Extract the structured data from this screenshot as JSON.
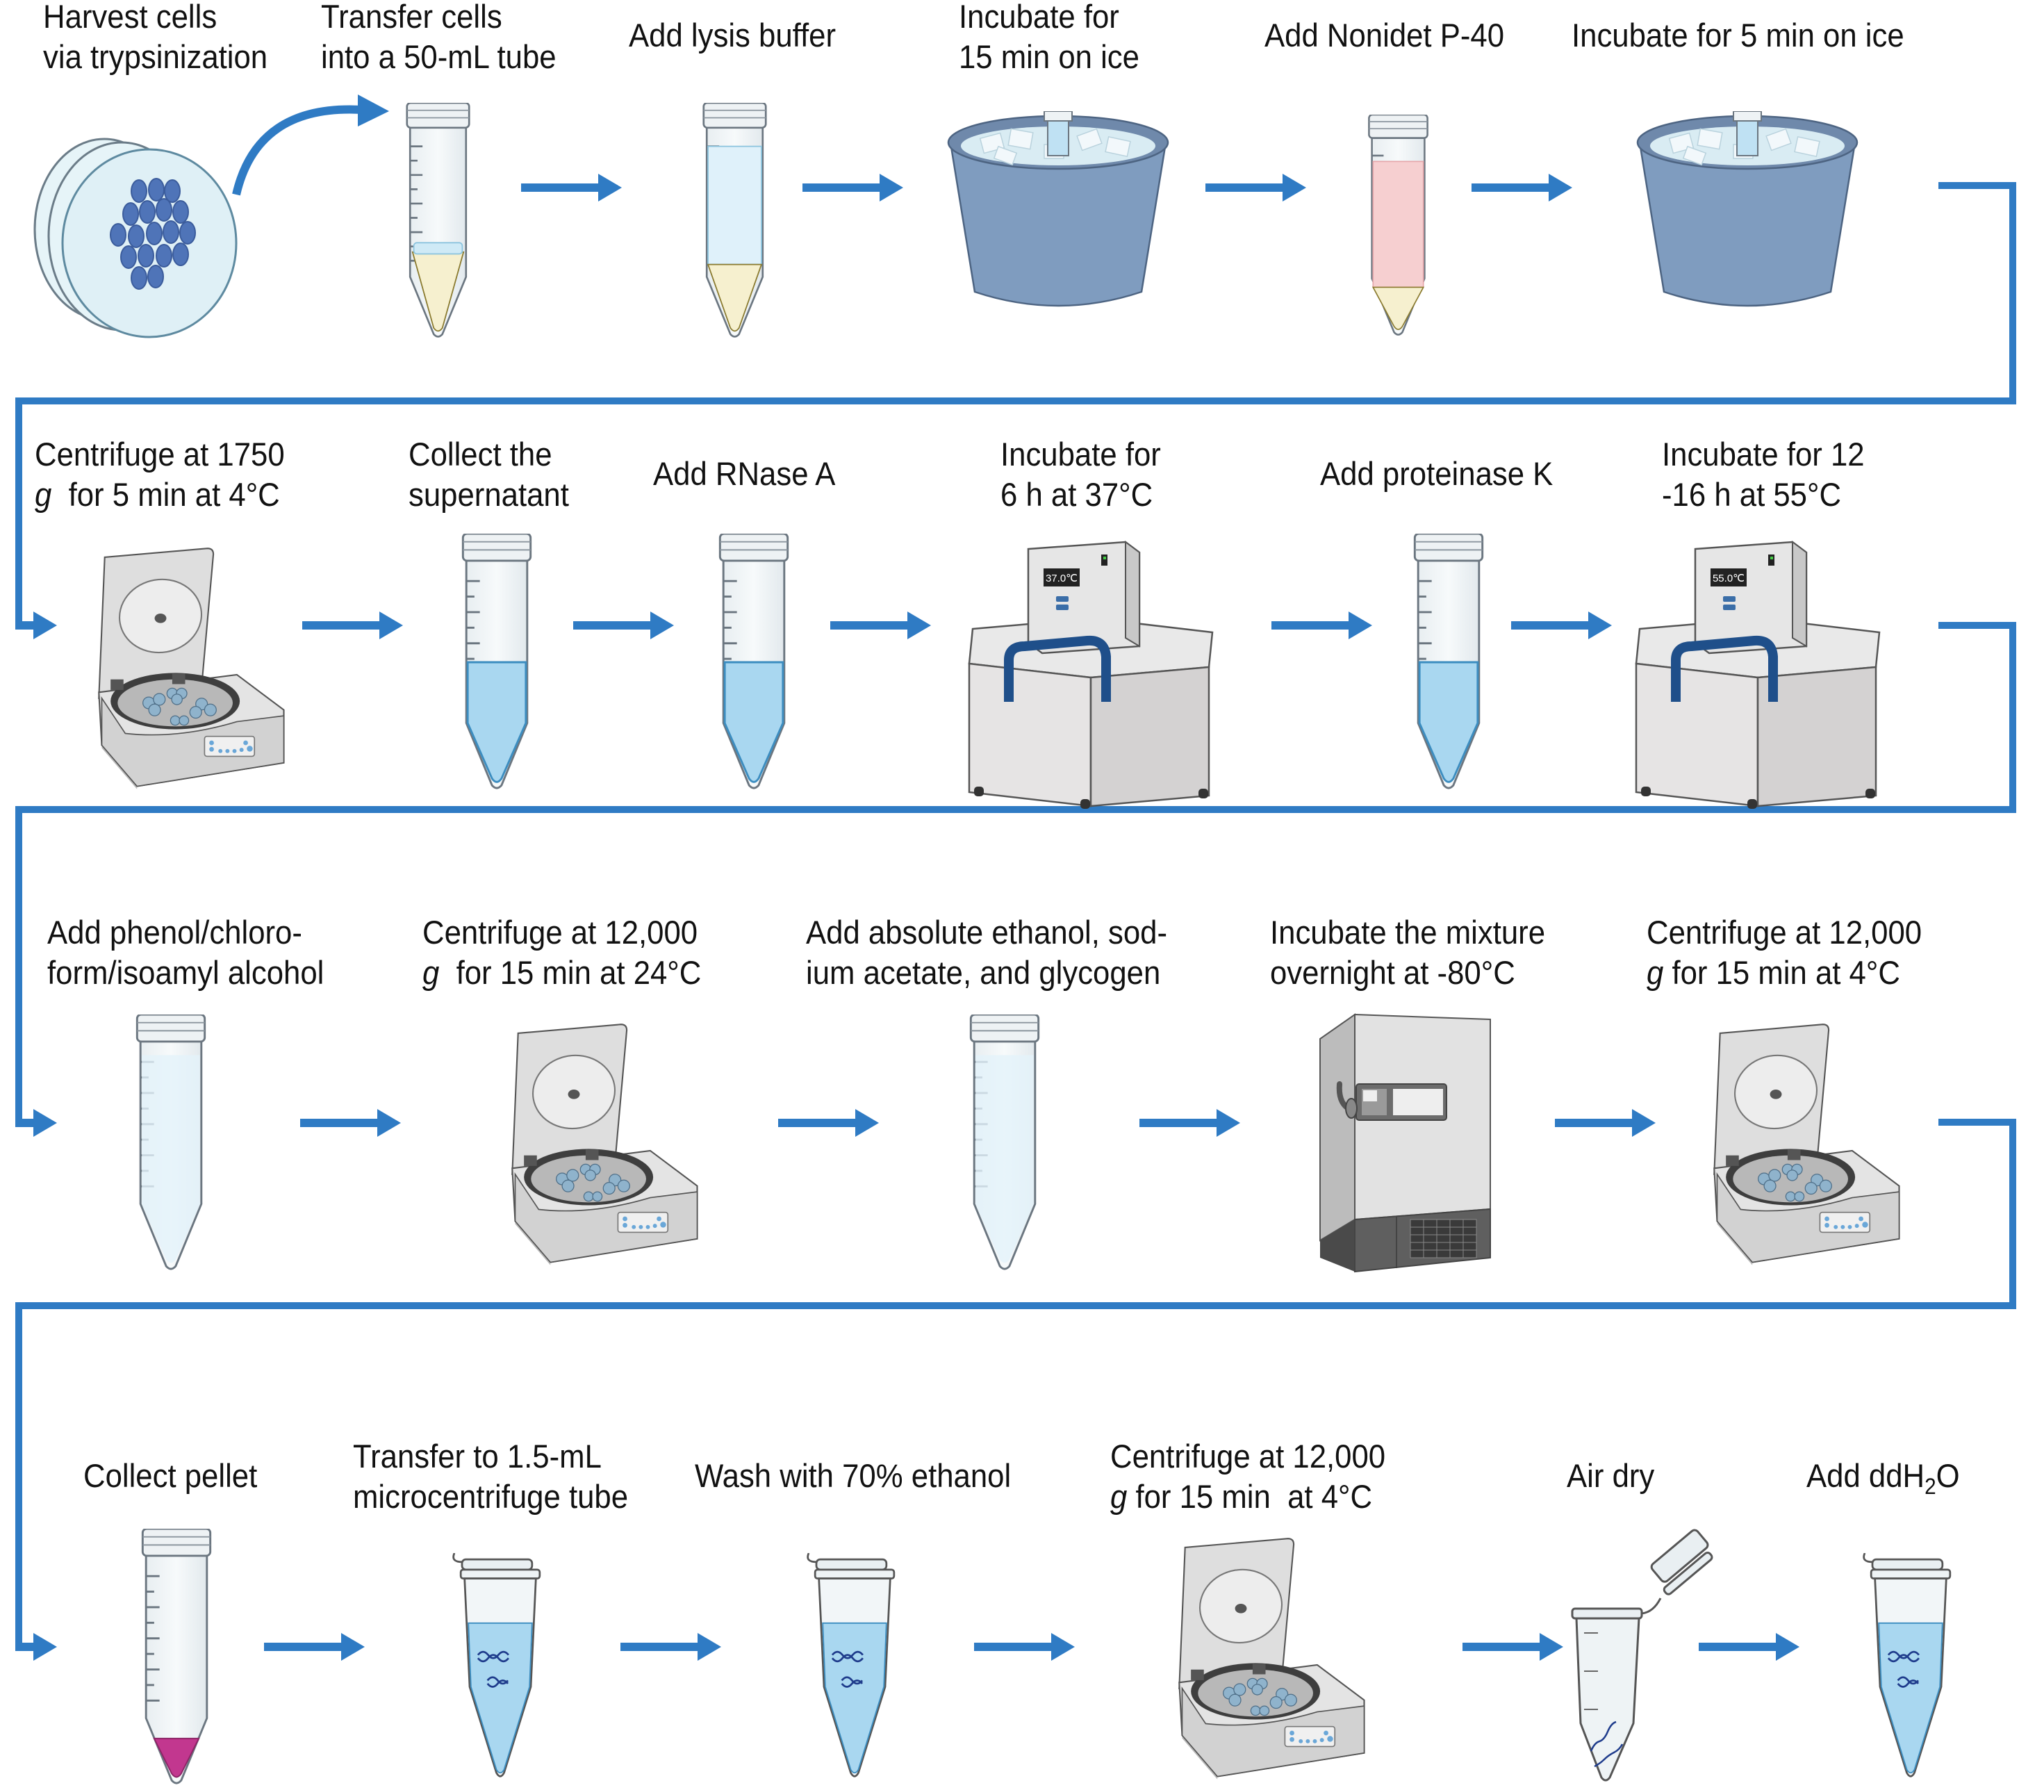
{
  "diagram": {
    "title": "",
    "colors": {
      "arrow": "#2f7bc4",
      "tube_fluid_blue": "#a9d7f0",
      "pellet": "#c2378f",
      "lysis": "#f6f0cf",
      "np40": "#f6cfd0",
      "ice_bucket": "#7f9cbf"
    },
    "rows": [
      {
        "steps": [
          {
            "id": "s1",
            "label": [
              "Harvest cells",
              "via trypsinization"
            ],
            "icon": "petri-dishes-icon"
          },
          {
            "id": "s2",
            "label": [
              "Transfer cells",
              "into a 50-mL tube"
            ],
            "icon": "conical-tube-50ml-icon"
          },
          {
            "id": "s3",
            "label": [
              "Add lysis buffer"
            ],
            "icon": "conical-tube-lysis-icon"
          },
          {
            "id": "s4",
            "label": [
              "Incubate for",
              "15 min on ice"
            ],
            "icon": "ice-bucket-icon"
          },
          {
            "id": "s5",
            "label": [
              "Add Nonidet P-40"
            ],
            "icon": "conical-tube-np40-icon"
          },
          {
            "id": "s6",
            "label": [
              "Incubate for 5 min on ice"
            ],
            "icon": "ice-bucket-icon"
          }
        ]
      },
      {
        "steps": [
          {
            "id": "s7",
            "label": [
              "Centrifuge at 1750",
              "g| for 5 min at 4°C"
            ],
            "icon": "centrifuge-icon"
          },
          {
            "id": "s8",
            "label": [
              "Collect the",
              "supernatant"
            ],
            "icon": "conical-tube-supernatant-icon"
          },
          {
            "id": "s9",
            "label": [
              "Add RNase A"
            ],
            "icon": "conical-tube-rnase-icon"
          },
          {
            "id": "s10",
            "label": [
              "Incubate for",
              "6 h at 37°C"
            ],
            "icon": "water-bath-icon",
            "display": "37.0℃"
          },
          {
            "id": "s11",
            "label": [
              "Add proteinase K"
            ],
            "icon": "conical-tube-proteinase-icon"
          },
          {
            "id": "s12",
            "label": [
              "Incubate for 12",
              "-16 h at 55°C"
            ],
            "icon": "water-bath-icon",
            "display": "55.0℃"
          }
        ]
      },
      {
        "steps": [
          {
            "id": "s13",
            "label": [
              "Add phenol/chloro-",
              "form/isoamyl alcohol"
            ],
            "icon": "conical-tube-empty-icon"
          },
          {
            "id": "s14",
            "label": [
              "Centrifuge at 12,000",
              "g| for 15 min at 24°C"
            ],
            "icon": "centrifuge-icon"
          },
          {
            "id": "s15",
            "label": [
              "Add absolute ethanol, sod-",
              "ium acetate, and glycogen"
            ],
            "icon": "conical-tube-empty-icon"
          },
          {
            "id": "s16",
            "label": [
              "Incubate the mixture",
              "overnight at -80°C"
            ],
            "icon": "ultra-low-freezer-icon"
          },
          {
            "id": "s17",
            "label": [
              "Centrifuge at 12,000",
              "g| for 15 min at 4°C"
            ],
            "icon": "centrifuge-icon"
          }
        ]
      },
      {
        "steps": [
          {
            "id": "s18",
            "label": [
              "Collect pellet"
            ],
            "icon": "conical-tube-pellet-icon"
          },
          {
            "id": "s19",
            "label": [
              "Transfer to 1.5-mL",
              "microcentrifuge tube"
            ],
            "icon": "microtube-dna-icon"
          },
          {
            "id": "s20",
            "label": [
              "Wash with 70% ethanol"
            ],
            "icon": "microtube-dna-icon"
          },
          {
            "id": "s21",
            "label": [
              "Centrifuge at 12,000",
              "g| for 15 min  at 4°C"
            ],
            "icon": "centrifuge-icon"
          },
          {
            "id": "s22",
            "label": [
              "Air dry"
            ],
            "icon": "microtube-open-dna-icon"
          },
          {
            "id": "s23",
            "label": [
              "Add ddH",
              "2",
              "O"
            ],
            "icon": "microtube-dna-icon"
          }
        ]
      }
    ]
  }
}
